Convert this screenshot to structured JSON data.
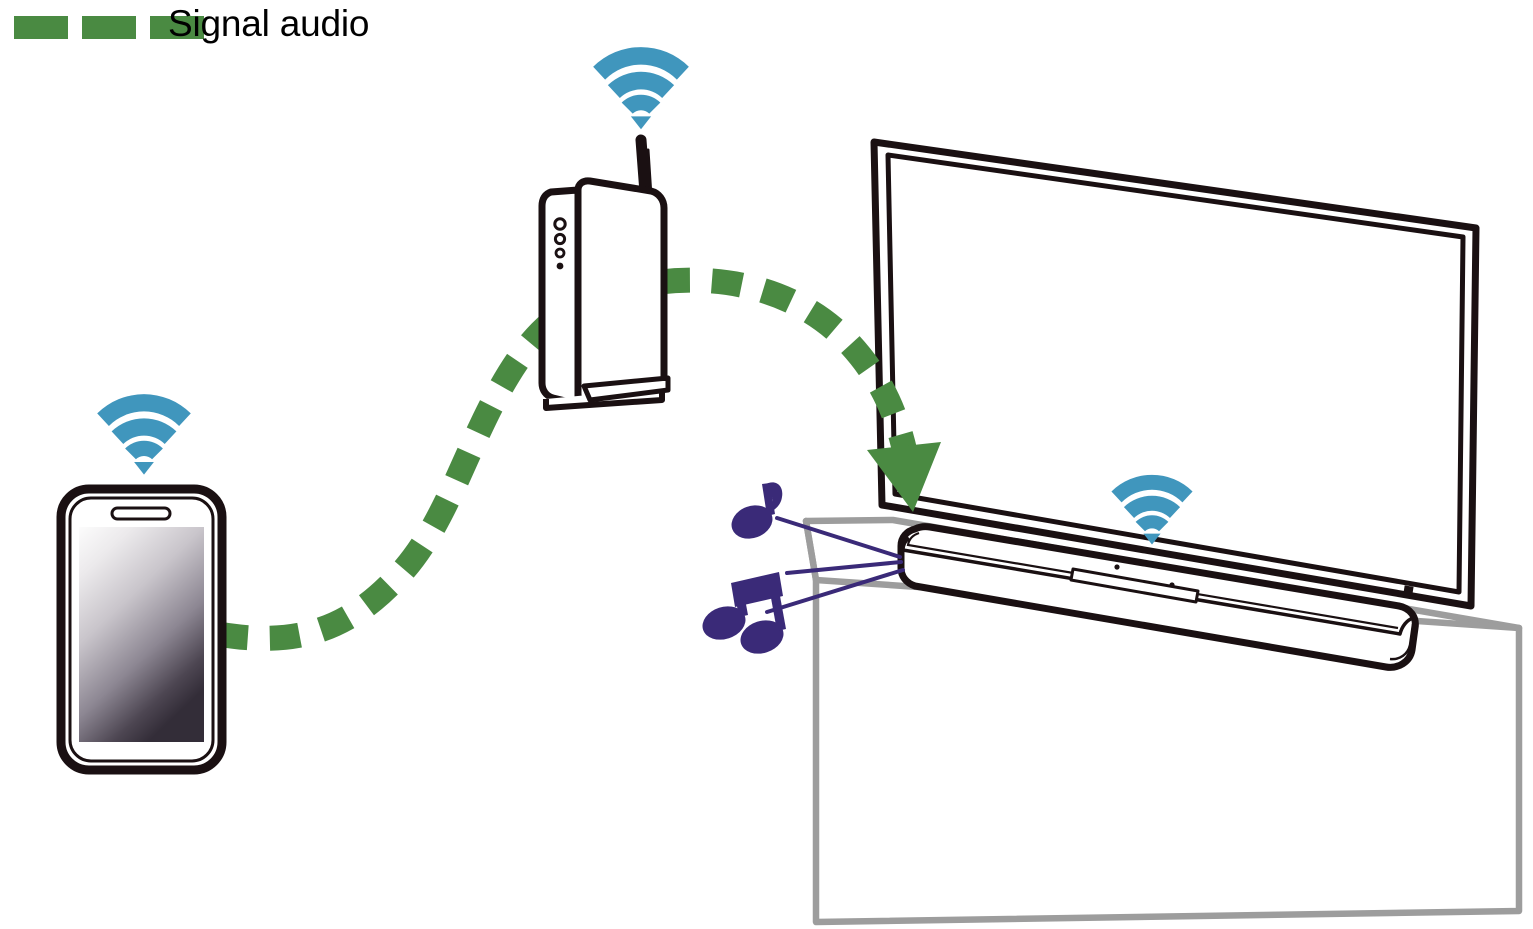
{
  "diagram": {
    "title": "Signal audio",
    "description": "Audio signal routing from a smartphone through a wireless router to a soundbar placed under a television on a cabinet",
    "legend": {
      "label": "Signal audio",
      "swatch_color": "#4a8a42",
      "swatch_count": 3,
      "swatch_name": "dashed-line-swatch"
    },
    "colors": {
      "signal_green": "#4a8a42",
      "wifi_blue": "#4096bd",
      "music_note_purple": "#3a2a78",
      "outline_black": "#1a1012",
      "cabinet_gray": "#9d9d9d",
      "screen_gradient_start": "#fbfbfb",
      "screen_gradient_end": "#352f3a",
      "background": "#ffffff"
    },
    "devices": [
      {
        "id": "smartphone",
        "name": "Smartphone",
        "has_wifi_icon": true,
        "wifi_arcs": 3,
        "position": "left"
      },
      {
        "id": "router",
        "name": "Wireless router",
        "has_wifi_icon": true,
        "wifi_arcs": 3,
        "led_count": 4,
        "has_antenna": true,
        "position": "center-top"
      },
      {
        "id": "television",
        "name": "Television",
        "has_wifi_icon": false,
        "position": "right"
      },
      {
        "id": "soundbar",
        "name": "Soundbar",
        "has_wifi_icon": true,
        "wifi_arcs": 3,
        "position": "right-front"
      },
      {
        "id": "cabinet",
        "name": "Cabinet",
        "has_wifi_icon": false,
        "position": "right-bottom"
      }
    ],
    "signal_paths": [
      {
        "id": "phone-to-router",
        "from": "smartphone",
        "to": "router",
        "style": "dashed",
        "color": "#4a8a42",
        "has_arrowhead": false
      },
      {
        "id": "router-to-soundbar",
        "from": "router",
        "to": "soundbar",
        "style": "dashed",
        "color": "#4a8a42",
        "has_arrowhead": true
      }
    ],
    "sound_emission": {
      "source": "soundbar",
      "note_count": 2,
      "ray_count": 3,
      "color": "#3a2a78"
    }
  }
}
